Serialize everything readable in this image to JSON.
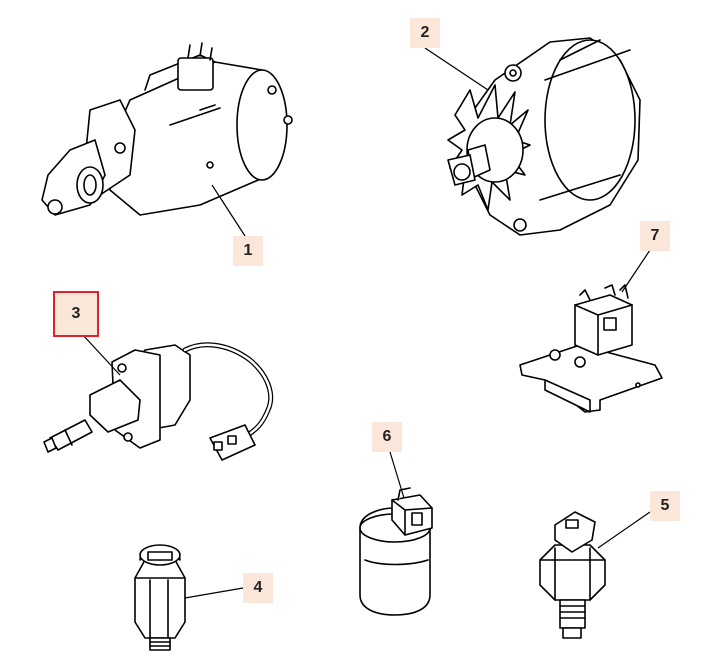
{
  "parts": [
    {
      "id": "starter-motor",
      "label": "1"
    },
    {
      "id": "alternator",
      "label": "2"
    },
    {
      "id": "stop-solenoid",
      "label": "3"
    },
    {
      "id": "oil-pressure-switch",
      "label": "4"
    },
    {
      "id": "temperature-sender",
      "label": "5"
    },
    {
      "id": "relay-module",
      "label": "6"
    },
    {
      "id": "bracket-relay",
      "label": "7"
    }
  ],
  "selected_label": "3",
  "colors": {
    "callout_fill": "#fbe6da",
    "selected_border": "#e0232b",
    "line": "#000000"
  }
}
